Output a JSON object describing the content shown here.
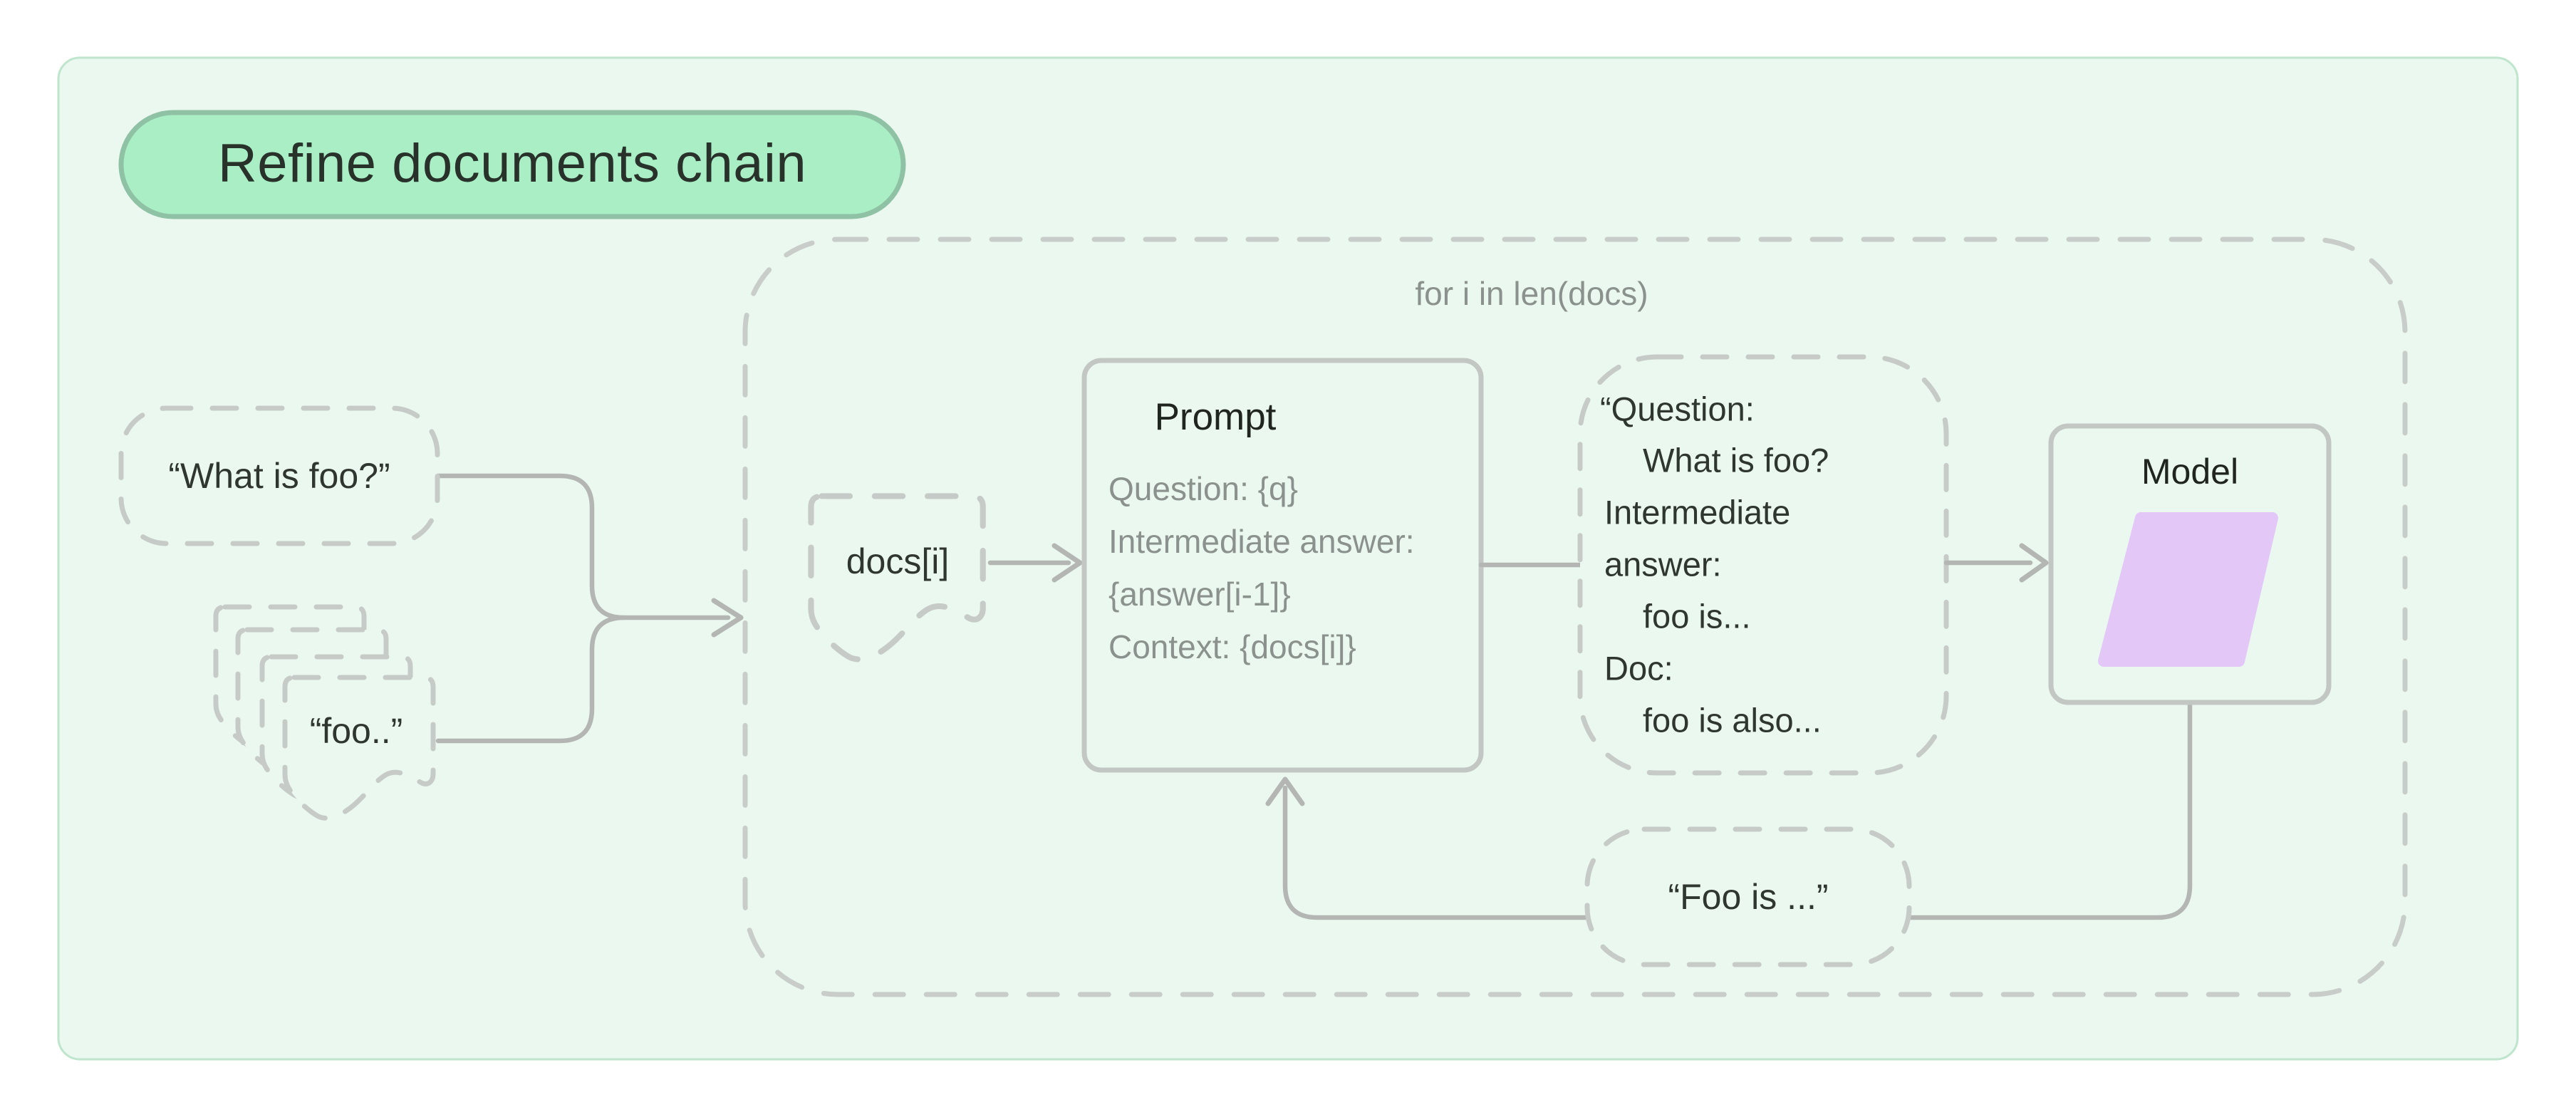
{
  "diagram": {
    "title_badge": "Refine documents chain",
    "loop_label": "for i in len(docs)",
    "question_input": "“What is foo?”",
    "docs_input": "“foo..”",
    "doc_item": "docs[i]",
    "prompt": {
      "title": "Prompt",
      "lines": [
        "Question: {q}",
        "Intermediate answer:",
        "{answer[i-1]}",
        "Context: {docs[i]}"
      ]
    },
    "filled_prompt_lines": [
      "“Question:",
      "What is foo?",
      "Intermediate",
      "answer:",
      "foo is...",
      "Doc:",
      "foo is also..."
    ],
    "model_title": "Model",
    "answer_output": "“Foo is ...”"
  },
  "colors": {
    "page_bg": "#ffffff",
    "card_bg": "#ebf8f0",
    "card_border": "#bfe5cd",
    "badge_fill": "#a9eec5",
    "badge_border": "#8fc2a4",
    "badge_text": "#28322b",
    "dashed_gray": "#c7cbc8",
    "connector_gray": "#b3b6b3",
    "box_border_gray": "#c3c7c4",
    "text_dark": "#2f362f",
    "text_gray": "#8b918d",
    "model_parallelogram": "#e3c8f7"
  }
}
